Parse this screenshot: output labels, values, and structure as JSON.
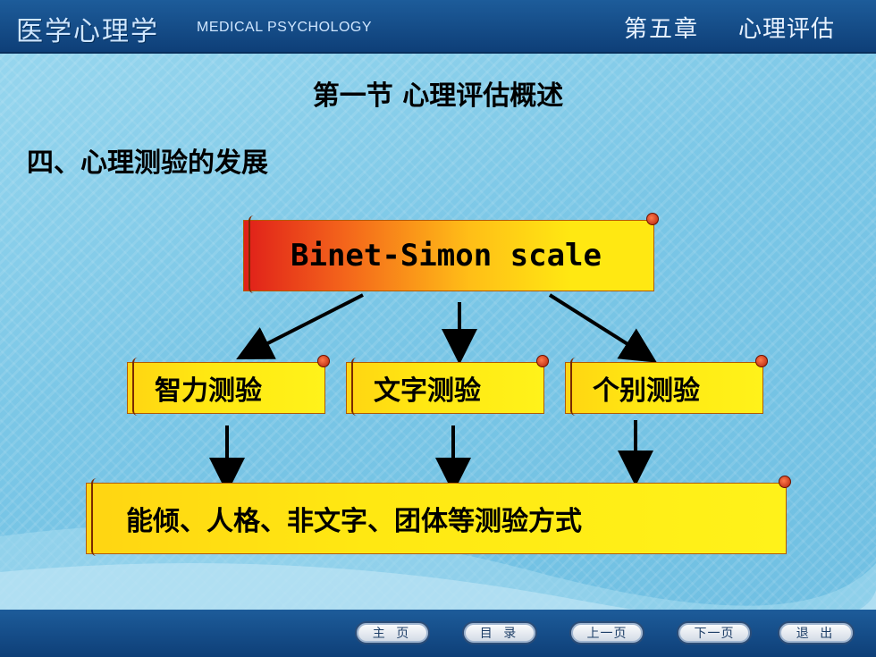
{
  "header": {
    "title_cn": "医学心理学",
    "title_en": "MEDICAL PSYCHOLOGY",
    "chapter": "第五章",
    "chapter_title": "心理评估"
  },
  "slide": {
    "section_title": "第一节  心理评估概述",
    "subtitle": "四、心理测验的发展",
    "main_box": "Binet-Simon scale",
    "branches": [
      "智力测验",
      "文字测验",
      "个别测验"
    ],
    "bottom_box": "能倾、人格、非文字、团体等测验方式"
  },
  "nav": {
    "home": "主 页",
    "contents": "目 录",
    "prev": "上一页",
    "next": "下一页",
    "exit": "退 出"
  },
  "colors": {
    "header_bg": "#0e3f78",
    "background": "#7fcbe8",
    "scroll_red": "#e0201a",
    "scroll_yellow": "#ffe812"
  }
}
